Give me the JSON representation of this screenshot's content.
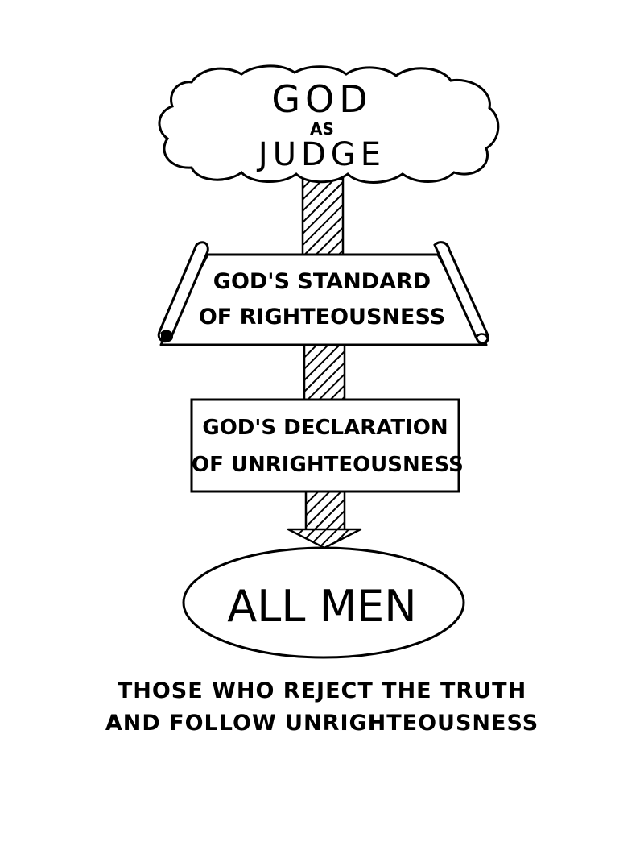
{
  "cloud": {
    "line1": "GOD",
    "line2": "AS",
    "line3": "JUDGE"
  },
  "scroll": {
    "line1": "GOD'S STANDARD",
    "line2": "OF RIGHTEOUSNESS"
  },
  "declaration_box": {
    "line1": "GOD'S DECLARATION",
    "line2": "OF UNRIGHTEOUSNESS"
  },
  "target_ellipse": {
    "label": "ALL MEN"
  },
  "caption": {
    "line1": "THOSE WHO REJECT THE TRUTH",
    "line2": "AND FOLLOW UNRIGHTEOUSNESS"
  },
  "colors": {
    "ink": "#000000",
    "paper": "#ffffff"
  }
}
